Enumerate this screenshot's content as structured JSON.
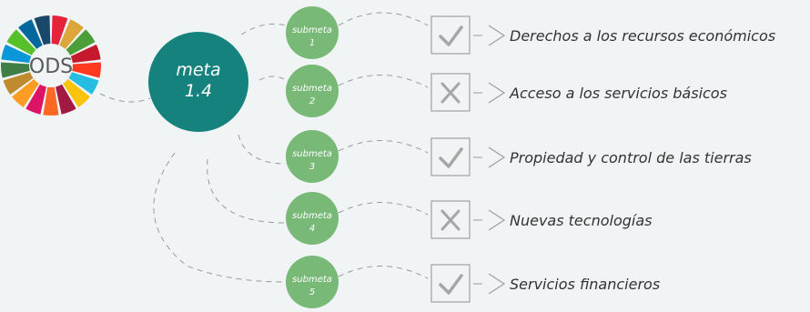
{
  "logo": {
    "label": "ODS"
  },
  "meta": {
    "word": "meta",
    "number": "1.4",
    "color": "#16827d"
  },
  "submetas": [
    {
      "word": "submeta",
      "number": "1",
      "status": "check",
      "label": "Derechos a los recursos económicos"
    },
    {
      "word": "submeta",
      "number": "2",
      "status": "cross",
      "label": "Acceso a los servicios básicos"
    },
    {
      "word": "submeta",
      "number": "3",
      "status": "check",
      "label": "Propiedad y control de las tierras"
    },
    {
      "word": "submeta",
      "number": "4",
      "status": "cross",
      "label": "Nuevas tecnologías"
    },
    {
      "word": "submeta",
      "number": "5",
      "status": "check",
      "label": "Servicios financieros"
    }
  ],
  "colors": {
    "submeta": "#79b978",
    "sdg_wheel": [
      "#e5243b",
      "#dda63a",
      "#4c9f38",
      "#c5192d",
      "#ff3a21",
      "#26bde2",
      "#fcc30b",
      "#a21942",
      "#fd6925",
      "#dd1367",
      "#fd9d24",
      "#bf8b2e",
      "#3f7e44",
      "#0a97d9",
      "#56c02b",
      "#00689d",
      "#19486a"
    ]
  }
}
